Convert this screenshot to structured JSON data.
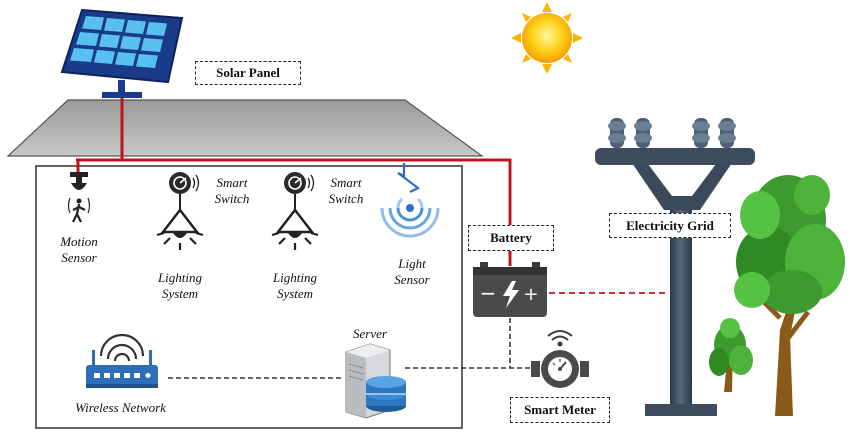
{
  "labels": {
    "solar_panel": "Solar Panel",
    "battery": "Battery",
    "electricity_grid": "Electricity Grid",
    "smart_meter": "Smart Meter",
    "motion_sensor_line1": "Motion",
    "motion_sensor_line2": "Sensor",
    "smart_switch_1_line1": "Smart",
    "smart_switch_1_line2": "Switch",
    "smart_switch_2_line1": "Smart",
    "smart_switch_2_line2": "Switch",
    "lighting_1_line1": "Lighting",
    "lighting_1_line2": "System",
    "lighting_2_line1": "Lighting",
    "lighting_2_line2": "System",
    "light_sensor_line1": "Light",
    "light_sensor_line2": "Sensor",
    "server": "Server",
    "wireless_network": "Wireless Network"
  },
  "colors": {
    "power_line": "#c0141c",
    "roof": "#bfbfbf",
    "panel": "#1a3a8a",
    "panel_cell": "#4fb3e8",
    "pole": "#3a4a5a",
    "tree_leaf": "#3c9a2e",
    "tree_trunk": "#8a5a1a",
    "sun": "#ffc400",
    "router": "#2d6fb8",
    "sensor_wave": "#4a8fd8"
  }
}
